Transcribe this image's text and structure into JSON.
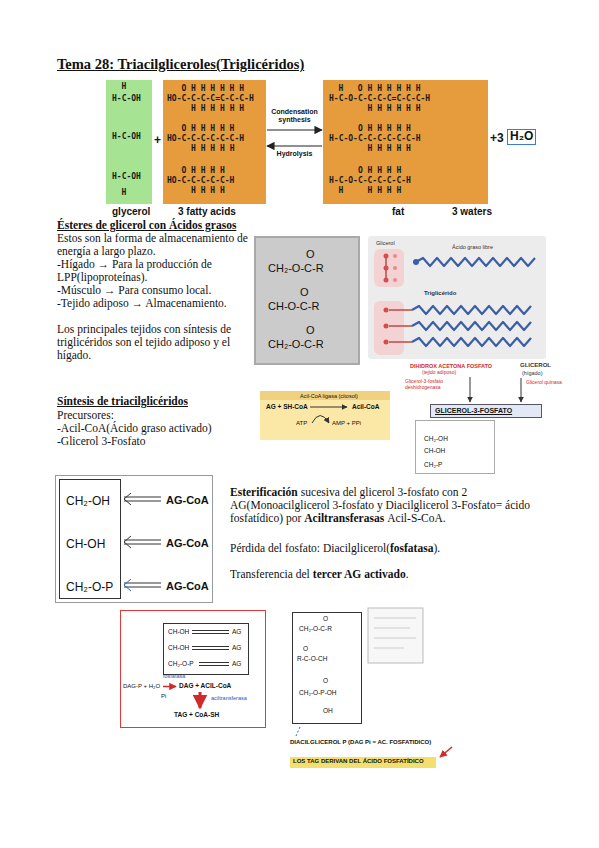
{
  "diagram": {
    "title": "Tema 28: Triacilgliceroles(Triglicéridos)",
    "nodes": [
      {
        "text": [
          "H",
          "H-C-OH",
          "H-C-OH",
          "H-C-OH",
          "H"
        ]
      },
      {
        "text": [
          "O H H H H H H",
          "HO-C-C-C-C=C-C-C-H",
          "H H H H H H",
          "O H H H H H",
          "HO-C-C-C-C-C-C-H",
          "H H H H H",
          "O H H H H",
          "HO-C-C-C-C-C-H",
          "H H H H"
        ]
      },
      {
        "text": [
          "H   O H H H H H H",
          "H-C-O-C-C-C-C=C-C-C-H",
          "H H H H H H",
          "O H H H H H",
          "H-C-O-C-C-C-C-C-C-H",
          "H H H H H",
          "O H H H H",
          "H-C-O-C-C-C-C-C-H",
          "H     H H H H"
        ]
      },
      {
        "text": [
          "O",
          "CH₂-O-C-R",
          "O",
          "CH-O-C-R",
          "O",
          "CH₂-O-C-R"
        ]
      },
      {
        "text": [
          "Acil-CoA ligasa (citosol)",
          "AG + SH-CoA",
          "Acil-CoA",
          "ATP",
          "AMP + PPi"
        ]
      },
      {
        "text": [
          "GLICEROL-3-FOSFATO"
        ]
      },
      {
        "text": [
          "CH₂-OH",
          "CH-OH",
          "CH₂-P"
        ]
      },
      {
        "text": [
          "AG-CoA",
          "AG-CoA",
          "AG-CoA"
        ]
      },
      {
        "text": [
          "CH₂-OH",
          "CH-OH",
          "CH₂-O-P"
        ],
        "in": 7
      },
      {
        "text": [
          "DAG-P + H₂O",
          "fosfatasa",
          "DAG + ACIL-CoA",
          "Pi",
          "aciltransferasa",
          "TAG + CoA-SH"
        ]
      },
      {
        "text": [
          "CH-OH",
          "CH-OH",
          "CH₂-O-P",
          "AG",
          "AG",
          "AG"
        ],
        "in": 9
      },
      {
        "text": [
          "O",
          "CH₂-O-C-R",
          "O",
          "R-C-O-CH",
          "O",
          "CH₂-O-P-OH",
          "OH"
        ]
      },
      {
        "text": [
          "LOS TAG DERIVAN DEL ÁCIDO FOSFATÍDICO"
        ]
      }
    ],
    "edges": [
      {
        "from": 1,
        "to": 2,
        "arrow": "to",
        "label": "Condensation synthesis"
      },
      {
        "from": 2,
        "to": 1,
        "arrow": "to",
        "label": "Hydrolysis"
      }
    ],
    "labels": [
      "glycerol",
      "3 fatty acids",
      "fat",
      "3 waters",
      "+",
      "+3",
      "H₂O",
      "Ésteres de glicerol con Ácidos grasos",
      "Estos son la forma de almacenamiento de energía a largo plazo.",
      "-Hígado → Para la producción de LPP(lipoproteínas).",
      "-Músculo → Para consumo local.",
      "-Tejido adiposo → Almacenamiento.",
      "Los principales tejidos con síntesis de triglicéridos son el tejido adiposo y el hígado.",
      "Glicerol",
      "Ácido graso libre",
      "Triglicérido",
      "DIHIDROX ACETONA FOSFATO",
      "(tejido adiposo)",
      "Glicerol-3-fosfato deshidrogenasa",
      "GLICEROL",
      "(hígado)",
      "Glicerol quinasa",
      "Síntesis de triacilglicéridos",
      "Precursores:",
      "-Acil-CoA(Ácido graso activado)",
      "-Glicerol 3-Fosfato",
      "Esterificación",
      "sucesiva del glicerol 3-fosfato con 2 AG(Monoacilglicerol 3-fosfato y Diacilglicerol 3-Fosfato= ácido fosfatídico) por",
      "Aciltransferasas",
      "Acil-S-CoA.",
      "Pérdida del fosfato: Diacilglicerol(",
      "fosfatasa",
      ").",
      "Transferencia del",
      "tercer AG activado",
      ".",
      "DIACILGLICEROL P (DAG Pi = AC. FOSFATIDICO)"
    ]
  }
}
